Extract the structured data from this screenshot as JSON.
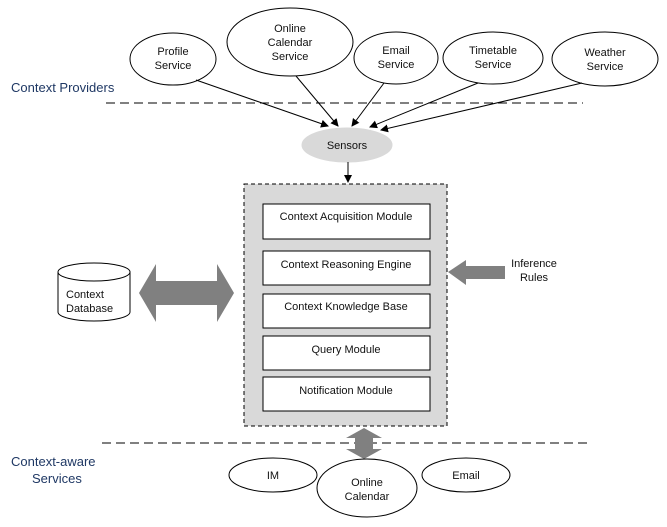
{
  "colors": {
    "section_label": "#1f3864",
    "sensor_fill": "#d9d9d9",
    "framework_fill": "#d9d9d9",
    "arrow_fill": "#808080",
    "stroke": "#000000"
  },
  "sections": {
    "providers": "Context Providers",
    "services_line1": "Context-aware",
    "services_line2": "Services"
  },
  "providers": [
    {
      "line1": "Profile",
      "line2": "Service"
    },
    {
      "line1": "Online",
      "line2": "Calendar",
      "line3": "Service"
    },
    {
      "line1": "Email",
      "line2": "Service"
    },
    {
      "line1": "Timetable",
      "line2": "Service"
    },
    {
      "line1": "Weather",
      "line2": "Service"
    }
  ],
  "sensors": "Sensors",
  "modules": [
    "Context Acquisition Module",
    "Context Reasoning Engine",
    "Context Knowledge Base",
    "Query Module",
    "Notification Module"
  ],
  "database": {
    "line1": "Context",
    "line2": "Database"
  },
  "inference": {
    "line1": "Inference",
    "line2": "Rules"
  },
  "services": [
    {
      "line1": "IM"
    },
    {
      "line1": "Online",
      "line2": "Calendar"
    },
    {
      "line1": "Email"
    }
  ]
}
